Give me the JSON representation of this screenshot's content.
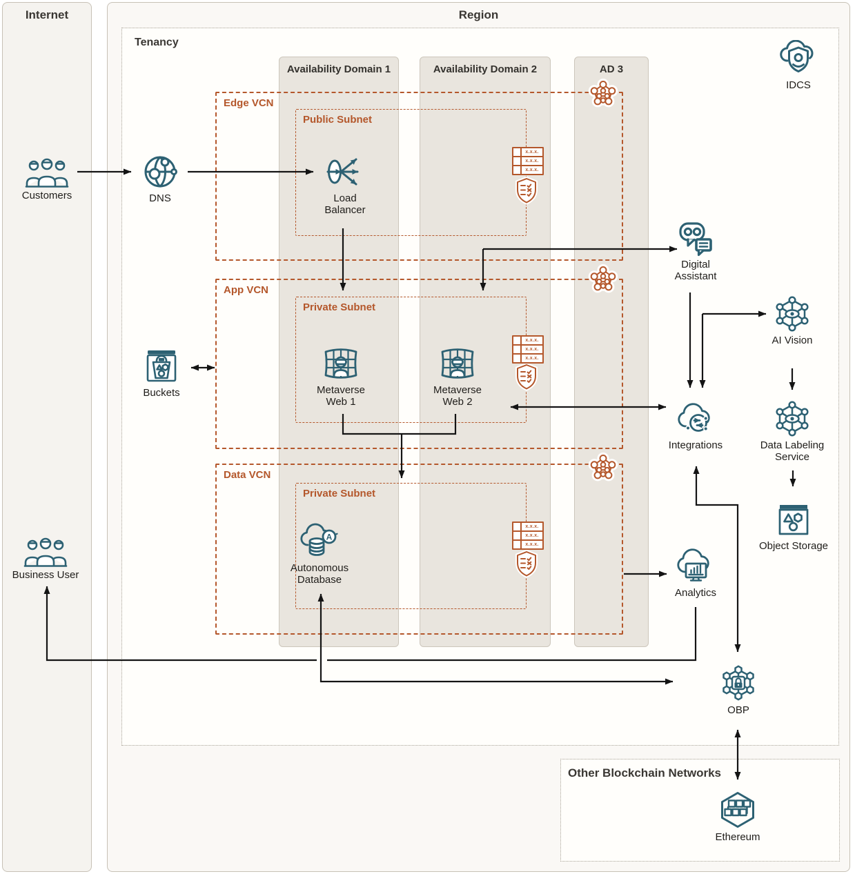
{
  "diagram": {
    "internet": {
      "label": "Internet"
    },
    "region": {
      "label": "Region"
    },
    "tenancy": {
      "label": "Tenancy"
    },
    "ads": {
      "ad1": "Availability Domain 1",
      "ad2": "Availability Domain 2",
      "ad3": "AD 3"
    },
    "vcns": {
      "edge": {
        "label": "Edge VCN",
        "subnet": "Public Subnet"
      },
      "app": {
        "label": "App VCN",
        "subnet": "Private Subnet"
      },
      "data": {
        "label": "Data VCN",
        "subnet": "Private Subnet"
      }
    },
    "other_networks": {
      "label": "Other Blockchain Networks"
    },
    "nodes": {
      "customers": {
        "label": "Customers"
      },
      "dns": {
        "label": "DNS"
      },
      "load_balancer": {
        "label": "Load Balancer"
      },
      "metaverse_web1": {
        "label": "Metaverse Web 1"
      },
      "metaverse_web2": {
        "label": "Metaverse Web 2"
      },
      "autonomous_db": {
        "label": "Autonomous Database"
      },
      "buckets": {
        "label": "Buckets"
      },
      "business_user": {
        "label": "Business User"
      },
      "idcs": {
        "label": "IDCS"
      },
      "digital_assistant": {
        "label": "Digital Assistant"
      },
      "ai_vision": {
        "label": "AI Vision"
      },
      "integrations": {
        "label": "Integrations"
      },
      "data_labeling": {
        "label": "Data Labeling Service"
      },
      "object_storage": {
        "label": "Object Storage"
      },
      "analytics": {
        "label": "Analytics"
      },
      "obp": {
        "label": "OBP"
      },
      "ethereum": {
        "label": "Ethereum"
      }
    },
    "route_table_rows": [
      "x.x.x.",
      "x.x.x.",
      "x.x.x."
    ],
    "icons": {
      "adb_letter": "A"
    },
    "colors": {
      "teal": "#2d6173",
      "orange": "#b4572b",
      "arrow": "#141414",
      "ad_fill": "#e9e5de"
    }
  }
}
